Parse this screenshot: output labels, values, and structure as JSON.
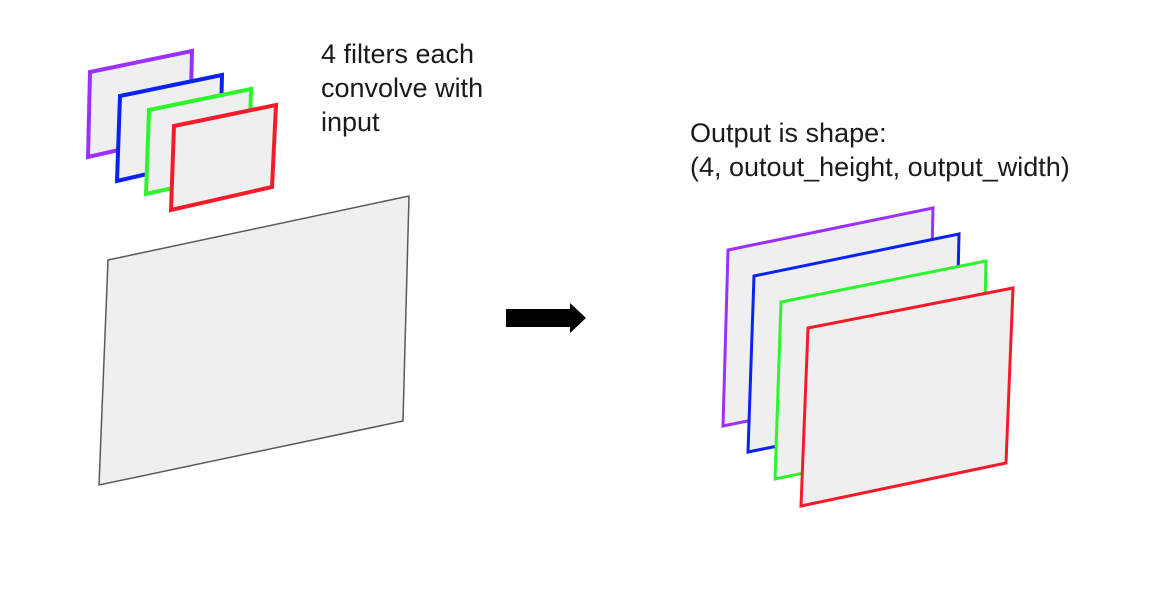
{
  "filters_caption": {
    "lines": [
      "4 filters each",
      "convolve with",
      "input"
    ]
  },
  "output_caption": {
    "lines": [
      "Output is shape:",
      "(4, outout_height, output_width)"
    ]
  },
  "colors": {
    "sheet_fill": "#efefef",
    "input_stroke": "#595959",
    "arrow": "#000000",
    "filter_purple": "#9b30ff",
    "filter_blue": "#0a22f2",
    "filter_green": "#2df52d",
    "filter_red": "#f51b2a"
  },
  "filters": [
    {
      "name": "filter-purple",
      "color_key": "filter_purple"
    },
    {
      "name": "filter-blue",
      "color_key": "filter_blue"
    },
    {
      "name": "filter-green",
      "color_key": "filter_green"
    },
    {
      "name": "filter-red",
      "color_key": "filter_red"
    }
  ],
  "output_maps": [
    {
      "name": "output-map-purple",
      "color_key": "filter_purple"
    },
    {
      "name": "output-map-blue",
      "color_key": "filter_blue"
    },
    {
      "name": "output-map-green",
      "color_key": "filter_green"
    },
    {
      "name": "output-map-red",
      "color_key": "filter_red"
    }
  ]
}
